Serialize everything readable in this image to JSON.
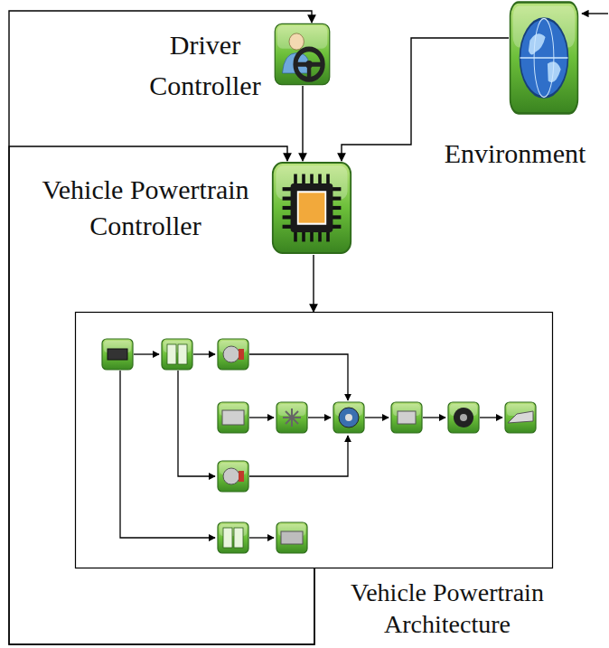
{
  "diagram": {
    "nodes": [
      {
        "text": [
          "Driver Controller"
        ]
      },
      {
        "text": [
          "Environment"
        ]
      },
      {
        "text": [
          "Vehicle Powertrain Controller"
        ]
      },
      {
        "text": [
          "Vehicle Powertrain Architecture"
        ]
      }
    ],
    "edges": [
      {
        "from": 0,
        "to": 2,
        "arrow": "to"
      },
      {
        "from": 1,
        "to": 2,
        "arrow": "to"
      },
      {
        "from": 2,
        "to": 3,
        "arrow": "to"
      },
      {
        "from": 3,
        "to": 0,
        "arrow": "to"
      },
      {
        "from": 3,
        "to": 2,
        "arrow": "to"
      }
    ]
  }
}
